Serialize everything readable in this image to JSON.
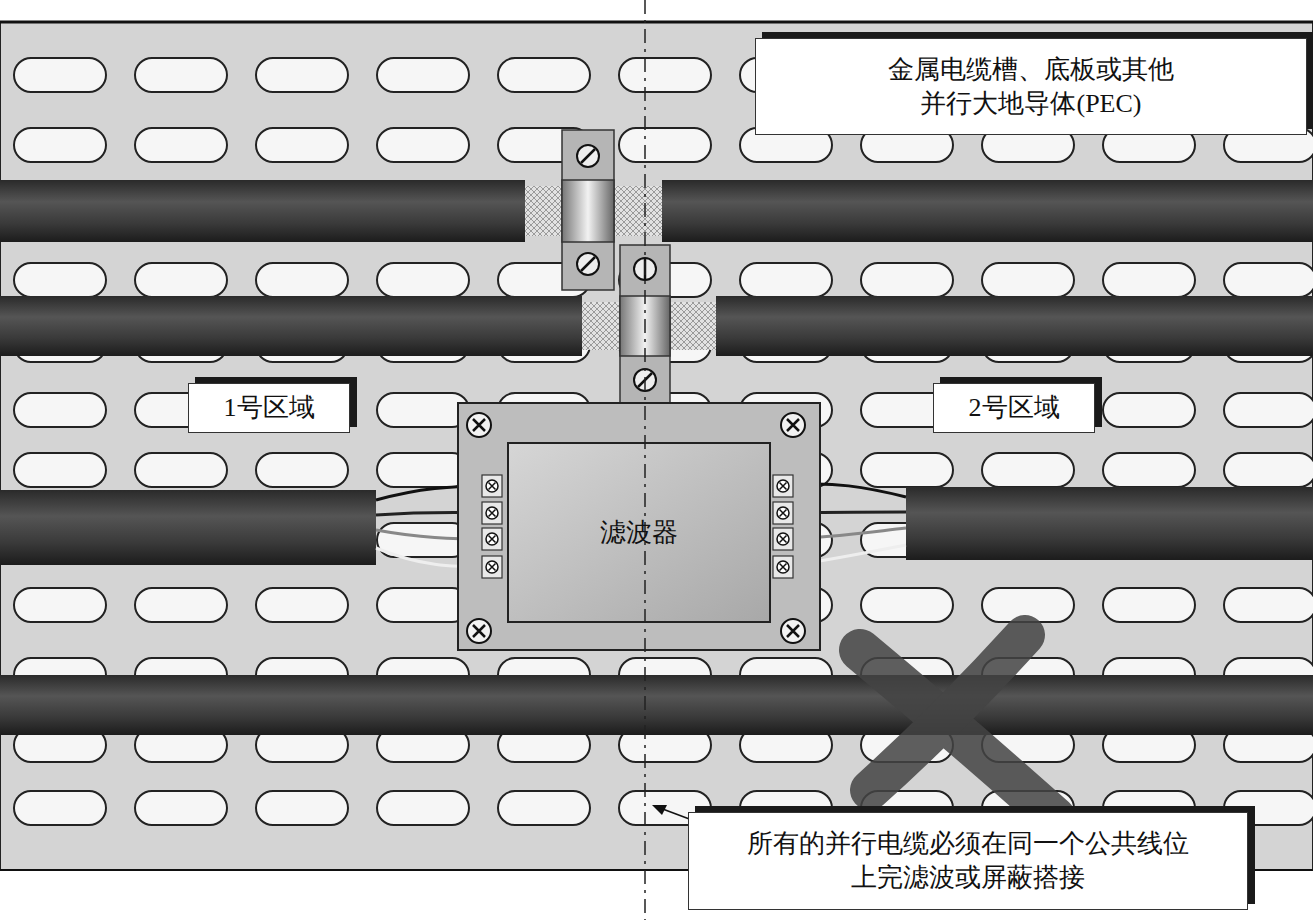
{
  "diagram": {
    "nodes": [
      {
        "text": [
          "金属电缆槽、底板或其他 并行大地导体(PEC)"
        ]
      },
      {
        "text": [
          "1号区域"
        ]
      },
      {
        "text": [
          "2号区域"
        ]
      },
      {
        "text": [
          "滤波器"
        ]
      },
      {
        "text": [
          "所有的并行电缆必须在同一个公共线位 上完滤波或屏蔽搭接"
        ]
      }
    ]
  }
}
